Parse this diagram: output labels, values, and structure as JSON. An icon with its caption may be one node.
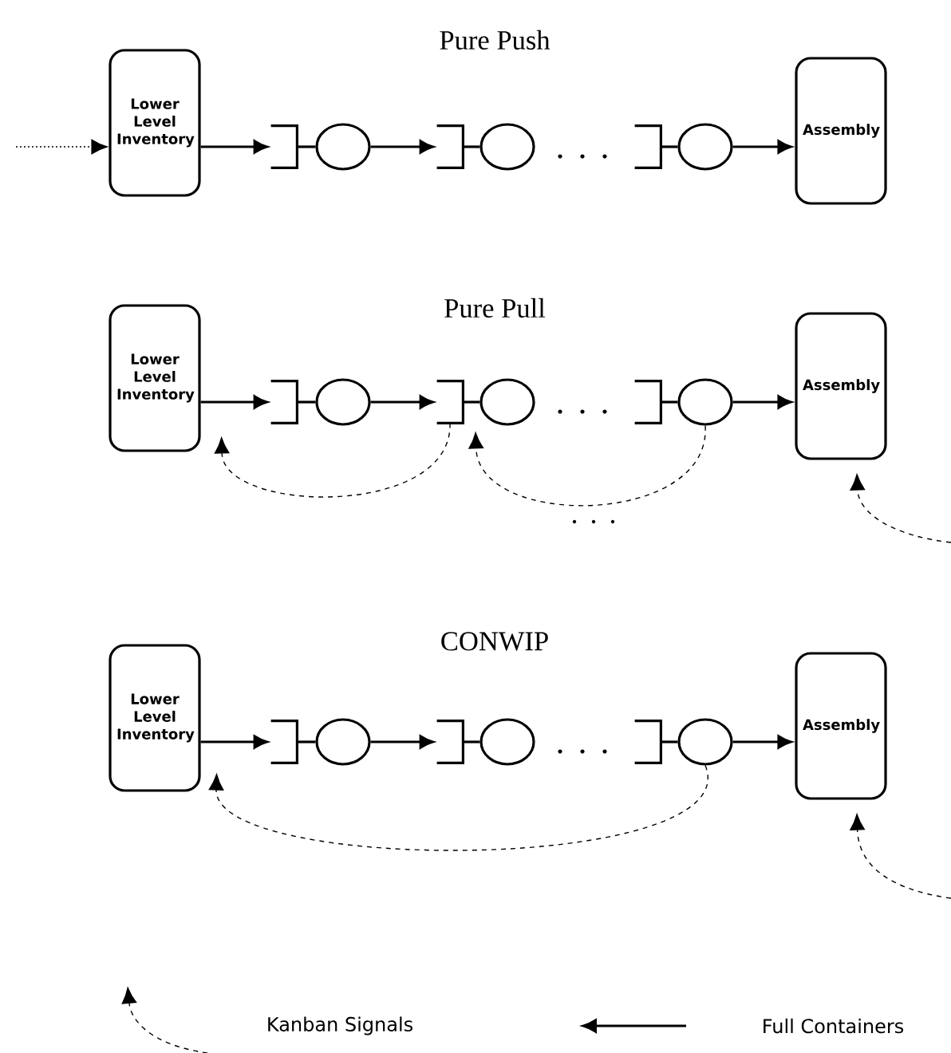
{
  "diagram": {
    "nodes": [
      {
        "text": [
          "Lower Level Inventory"
        ]
      },
      {
        "text": [],
        "shape": "bracket"
      },
      {
        "text": [],
        "shape": "circle"
      },
      {
        "text": [],
        "shape": "bracket"
      },
      {
        "text": [],
        "shape": "circle"
      },
      {
        "text": [],
        "shape": "bracket"
      },
      {
        "text": [],
        "shape": "circle"
      },
      {
        "text": [
          "Assembly"
        ]
      },
      {
        "text": [
          "Lower Level Inventory"
        ]
      },
      {
        "text": [],
        "shape": "bracket"
      },
      {
        "text": [],
        "shape": "circle"
      },
      {
        "text": [],
        "shape": "bracket"
      },
      {
        "text": [],
        "shape": "circle"
      },
      {
        "text": [],
        "shape": "bracket"
      },
      {
        "text": [],
        "shape": "circle"
      },
      {
        "text": [
          "Assembly"
        ]
      },
      {
        "text": [
          "Lower Level Inventory"
        ]
      },
      {
        "text": [],
        "shape": "bracket"
      },
      {
        "text": [],
        "shape": "circle"
      },
      {
        "text": [],
        "shape": "bracket"
      },
      {
        "text": [],
        "shape": "circle"
      },
      {
        "text": [],
        "shape": "bracket"
      },
      {
        "text": [],
        "shape": "circle"
      },
      {
        "text": [
          "Assembly"
        ]
      }
    ],
    "edges": [
      {
        "from": null,
        "to": 0,
        "arrow": "to",
        "style": "dashed"
      },
      {
        "from": 0,
        "to": 1,
        "arrow": "to"
      },
      {
        "from": 1,
        "to": 2,
        "arrow": "none"
      },
      {
        "from": 2,
        "to": 3,
        "arrow": "to"
      },
      {
        "from": 3,
        "to": 4,
        "arrow": "none"
      },
      {
        "from": 5,
        "to": 6,
        "arrow": "none"
      },
      {
        "from": 6,
        "to": 7,
        "arrow": "to"
      },
      {
        "from": 8,
        "to": 9,
        "arrow": "to"
      },
      {
        "from": 9,
        "to": 10,
        "arrow": "none"
      },
      {
        "from": 10,
        "to": 11,
        "arrow": "to"
      },
      {
        "from": 11,
        "to": 12,
        "arrow": "none"
      },
      {
        "from": 13,
        "to": 14,
        "arrow": "none"
      },
      {
        "from": 14,
        "to": 15,
        "arrow": "to"
      },
      {
        "from": 11,
        "to": 8,
        "arrow": "to",
        "style": "dashed"
      },
      {
        "from": 14,
        "to": 11,
        "arrow": "to",
        "style": "dashed"
      },
      {
        "from": null,
        "to": 15,
        "arrow": "to",
        "style": "dashed"
      },
      {
        "from": 16,
        "to": 17,
        "arrow": "to"
      },
      {
        "from": 17,
        "to": 18,
        "arrow": "none"
      },
      {
        "from": 18,
        "to": 19,
        "arrow": "to"
      },
      {
        "from": 19,
        "to": 20,
        "arrow": "none"
      },
      {
        "from": 21,
        "to": 22,
        "arrow": "none"
      },
      {
        "from": 22,
        "to": 23,
        "arrow": "to"
      },
      {
        "from": 22,
        "to": 16,
        "arrow": "to",
        "style": "dashed"
      },
      {
        "from": null,
        "to": 23,
        "arrow": "to",
        "style": "dashed"
      }
    ],
    "labels": [
      "Pure Push",
      "Pure Pull",
      "CONWIP"
    ],
    "legend": [
      {
        "text": "Kanban Signals"
      },
      {
        "text": "Full Containers"
      }
    ]
  }
}
